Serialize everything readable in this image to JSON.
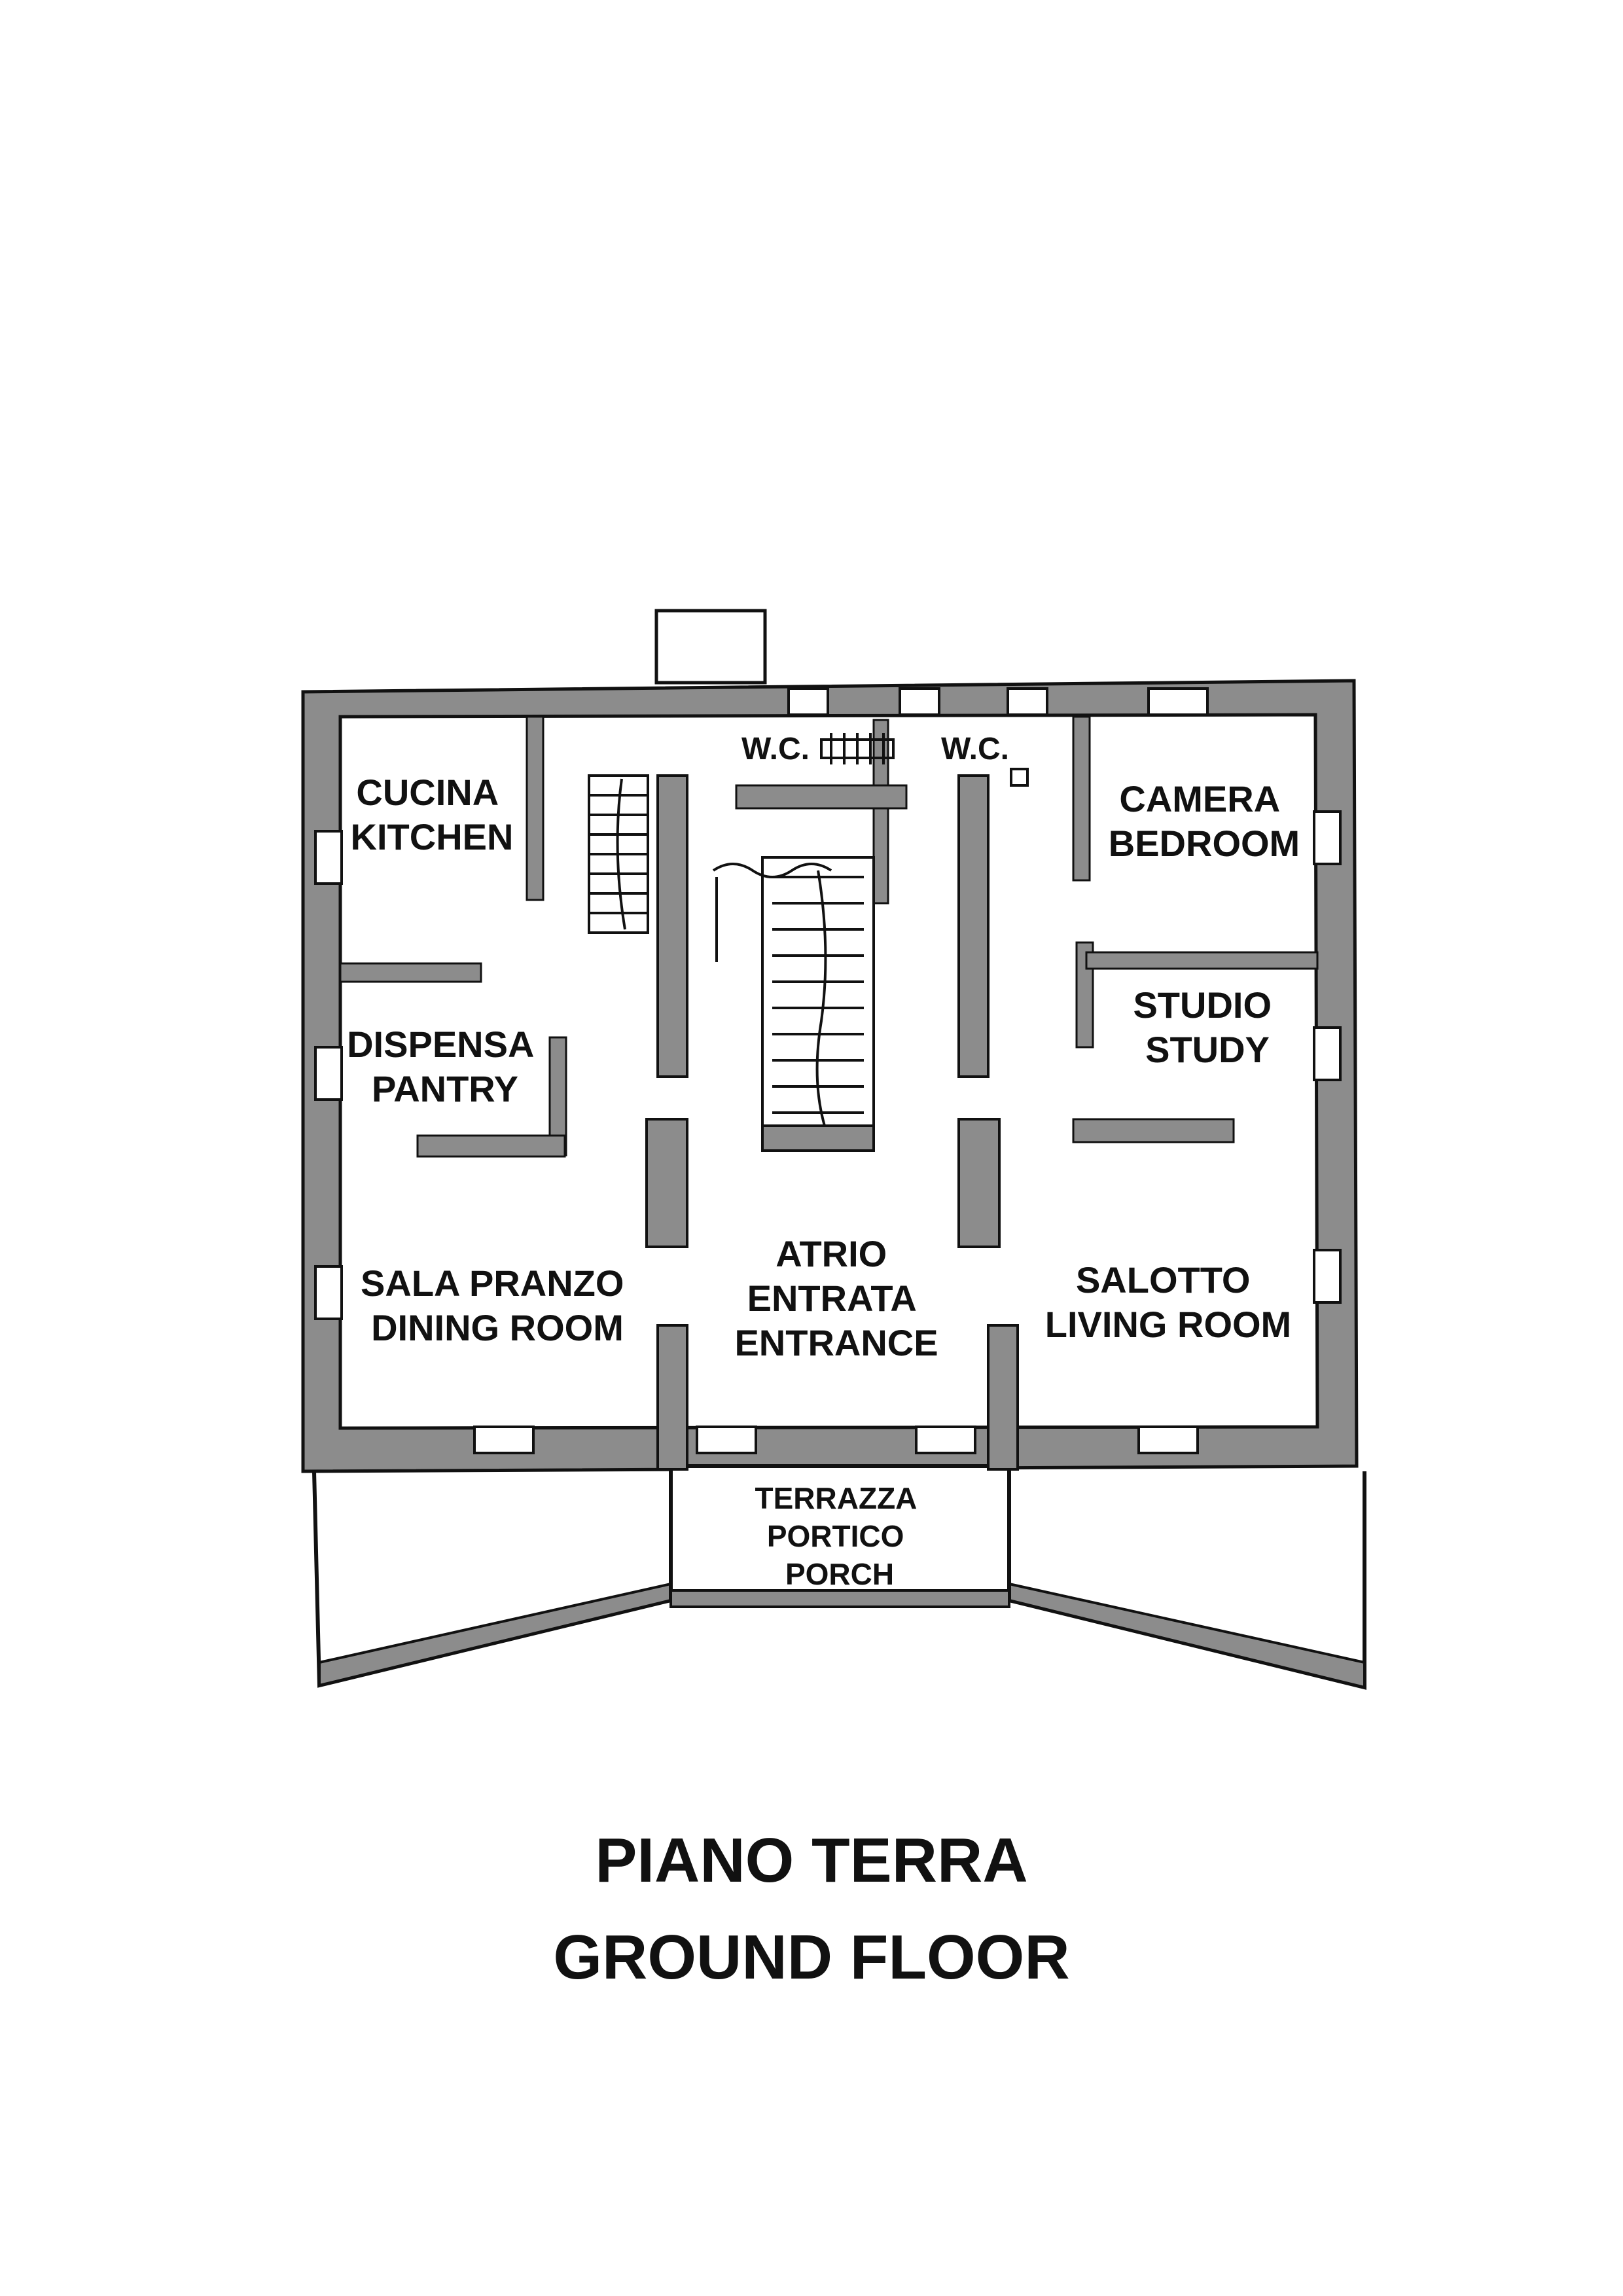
{
  "rooms": {
    "kitchen": [
      "CUCINA",
      "KITCHEN"
    ],
    "pantry": [
      "DISPENSA",
      "PANTRY"
    ],
    "dining": [
      "SALA PRANZO",
      "DINING ROOM"
    ],
    "entrance": [
      "ATRIO",
      "ENTRATA",
      "ENTRANCE"
    ],
    "bedroom": [
      "CAMERA",
      "BEDROOM"
    ],
    "study": [
      "STUDIO",
      "STUDY"
    ],
    "living": [
      "SALOTTO",
      "LIVING ROOM"
    ],
    "wc_left": "W.C.",
    "wc_right": "W.C.",
    "porch": [
      "TERRAZZA",
      "PORTICO",
      "PORCH"
    ]
  },
  "caption": {
    "line1": "PIANO TERRA",
    "line2": "GROUND FLOOR"
  },
  "colors": {
    "wall": "#8c8c8c",
    "outline": "#111111",
    "background": "#ffffff"
  }
}
